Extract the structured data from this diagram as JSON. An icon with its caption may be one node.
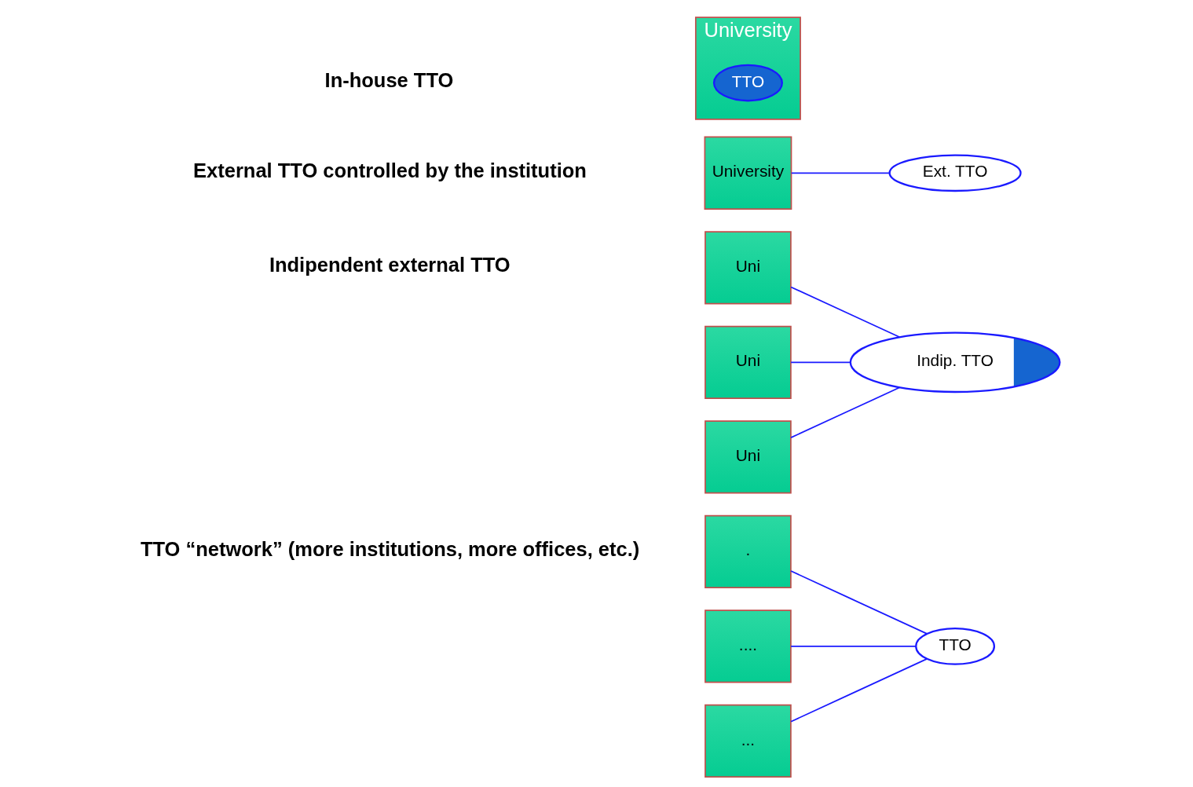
{
  "diagram": {
    "nodes": [
      {
        "text": [
          "University"
        ]
      },
      {
        "text": [
          "TTO"
        ],
        "in": 0
      },
      {
        "text": [
          "University"
        ]
      },
      {
        "text": [
          "Ext. TTO"
        ]
      },
      {
        "text": [
          "Uni"
        ]
      },
      {
        "text": [
          "Uni"
        ]
      },
      {
        "text": [
          "Uni"
        ]
      },
      {
        "text": [
          "Indip. TTO"
        ]
      },
      {
        "text": [
          "."
        ]
      },
      {
        "text": [
          "...."
        ]
      },
      {
        "text": [
          "..."
        ]
      },
      {
        "text": [
          "TTO"
        ]
      }
    ],
    "edges": [
      {
        "from": 2,
        "to": 3,
        "arrow": "none"
      },
      {
        "from": 4,
        "to": 7,
        "arrow": "none"
      },
      {
        "from": 5,
        "to": 7,
        "arrow": "none"
      },
      {
        "from": 6,
        "to": 7,
        "arrow": "none"
      },
      {
        "from": 8,
        "to": 11,
        "arrow": "none"
      },
      {
        "from": 9,
        "to": 11,
        "arrow": "none"
      },
      {
        "from": 10,
        "to": 11,
        "arrow": "none"
      }
    ],
    "labels": [
      "In-house TTO",
      "External TTO controlled by the institution",
      "Indipendent external TTO",
      "TTO “network” (more institutions, more offices, etc.)"
    ]
  }
}
